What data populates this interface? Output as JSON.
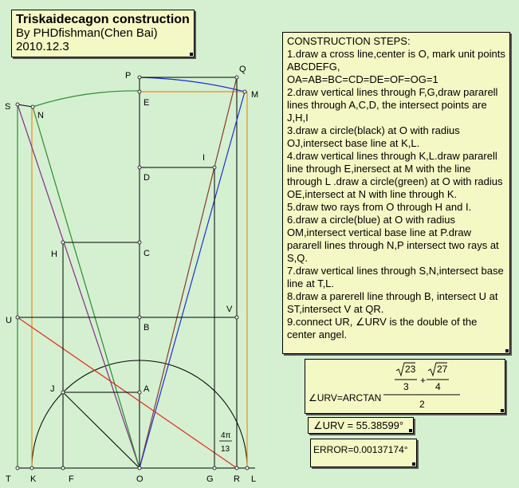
{
  "title": {
    "name": "Triskaidecagon construction",
    "author": "By PHDfishman(Chen Bai)",
    "date": "2010.12.3"
  },
  "steps": {
    "header": "CONSTRUCTION STEPS:",
    "items": [
      "1.draw a cross line,center is O, mark unit points ABCDEFG,",
      "OA=AB=BC=CD=DE=OF=OG=1",
      "2.draw vertical lines through F,G,draw pararell lines through A,C,D, the intersect points are J,H,I",
      "3.draw a circle(black) at O with radius OJ,intersect base line at K,L.",
      "4.draw vertical lines through K,L.draw pararell line through E,inersect at M with the line through L .draw a circle(green) at O with radius OE,intersect at N with line through K.",
      "5.draw two rays from O through H and I.",
      "6.draw a circle(blue) at O with radius OM,intersect vertical base line at P.draw pararell lines through N,P intersect two rays at S,Q.",
      "7.draw vertical lines through S,N,intersect base line at T,L.",
      "8.draw a parerell line through B, intersect U at ST,intersect V at QR.",
      "9.connect UR, ∠URV is the double of the center angel."
    ]
  },
  "formula": {
    "lhs": "∠URV=ARCTAN",
    "term1_num": "23",
    "term1_den": "3",
    "plus": "+",
    "term2_num": "27",
    "term2_den": "4",
    "outer_den": "2"
  },
  "result": "∠URV = 55.38599°",
  "error": "ERROR=0.00137174°",
  "angle_label": {
    "num": "4π",
    "den": "13"
  },
  "points": {
    "O": "O",
    "A": "A",
    "B": "B",
    "C": "C",
    "D": "D",
    "E": "E",
    "F": "F",
    "G": "G",
    "H": "H",
    "I": "I",
    "J": "J",
    "K": "K",
    "L": "L",
    "M": "M",
    "N": "N",
    "P": "P",
    "Q": "Q",
    "R": "R",
    "S": "S",
    "T": "T",
    "U": "U",
    "V": "V"
  },
  "colors": {
    "background": "#d4f0d1",
    "box": "#f4f8c4",
    "black_circle": "#000000",
    "green_circle": "#2e8b2e",
    "blue_circle": "#1f2fd6",
    "orange": "#f08a1c",
    "red": "#e3281e",
    "purple": "#8a2a8a",
    "brown": "#8b3a2a"
  }
}
